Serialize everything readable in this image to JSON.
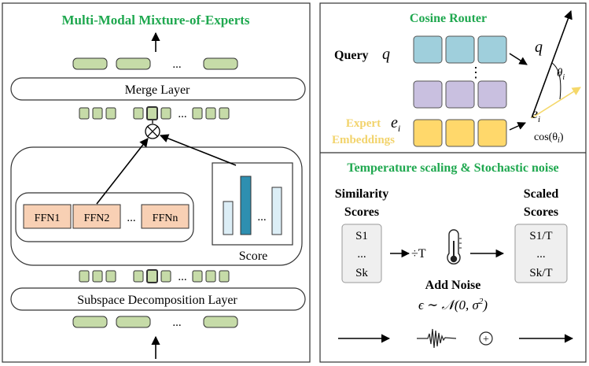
{
  "left_panel": {
    "title": "Multi-Modal Mixture-of-Experts",
    "merge_layer_label": "Merge Layer",
    "subspace_layer_label": "Subspace Decomposition Layer",
    "ellipsis": "...",
    "experts": [
      "FFN1",
      "FFN2",
      "FFNn"
    ],
    "score_label": "Score",
    "combine_symbol": "⊗",
    "colors": {
      "token": "#c6dba8",
      "expert": "#f8d0b4",
      "bar_light": "#dceef6",
      "bar_dark": "#2e8fb0",
      "title": "#1fa84f"
    }
  },
  "cosine_router": {
    "title": "Cosine Router",
    "query_label": "Query",
    "query_symbol": "q",
    "expert_label_line1": "Expert",
    "expert_label_line2": "Embeddings",
    "expert_symbol": "e",
    "expert_subscript": "i",
    "vertical_ellipsis": "⋮",
    "theta_label": "θ",
    "theta_subscript": "i",
    "cos_label": "cos(θ",
    "cos_sub": "i",
    "cos_close": ")",
    "colors": {
      "query_row": "#9fcfdc",
      "middle_row": "#c9c0e0",
      "expert_row": "#ffd86b",
      "expert_text": "#f2d36b",
      "expert_vector": "#f5d86a"
    }
  },
  "temperature_section": {
    "title": "Temperature scaling & Stochastic noise",
    "similarity_line1": "Similarity",
    "similarity_line2": "Scores",
    "similarity_values": [
      "S1",
      "...",
      "Sk"
    ],
    "divide_label": "÷T",
    "scaled_line1": "Scaled",
    "scaled_line2": "Scores",
    "scaled_values": [
      "S1/T",
      "...",
      "Sk/T"
    ],
    "add_noise_label": "Add Noise",
    "noise_formula_prefix": "ϵ ∼ 𝒩(0, σ",
    "noise_formula_sup": "2",
    "noise_formula_suffix": ")",
    "plus_symbol": "+",
    "icons": [
      "thermometer-icon",
      "waveform-icon"
    ]
  }
}
